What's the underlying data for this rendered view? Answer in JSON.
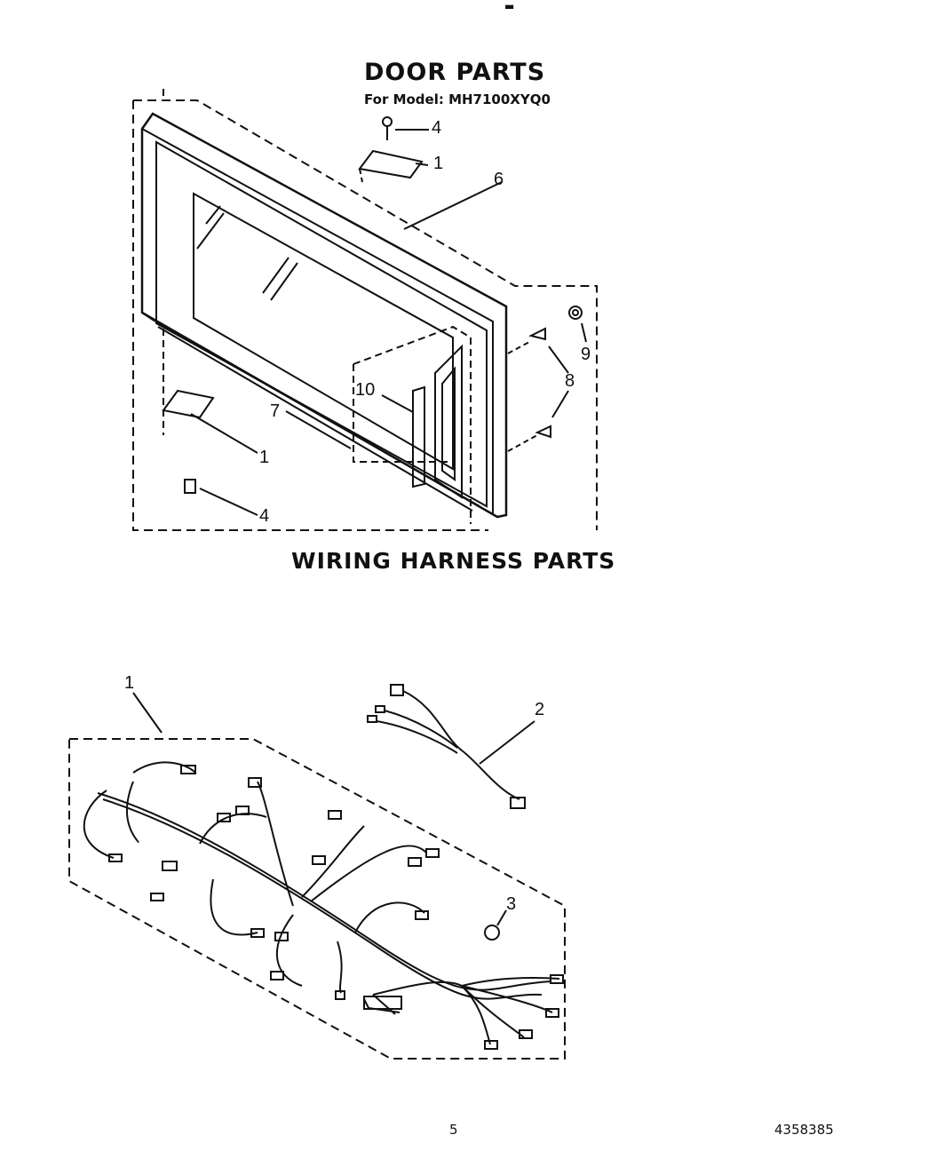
{
  "door": {
    "title": "DOOR PARTS",
    "subtitle": "For Model: MH7100XYQ0",
    "callouts": {
      "c1_top": "1",
      "c4_top": "4",
      "c6": "6",
      "c9": "9",
      "c8": "8",
      "c10": "10",
      "c7": "7",
      "c1_bottom": "1",
      "c4_bottom": "4"
    }
  },
  "wiring": {
    "title": "WIRING HARNESS PARTS",
    "callouts": {
      "c1": "1",
      "c2": "2",
      "c3": "3"
    }
  },
  "footer": {
    "page_number": "5",
    "document_number": "4358385"
  }
}
